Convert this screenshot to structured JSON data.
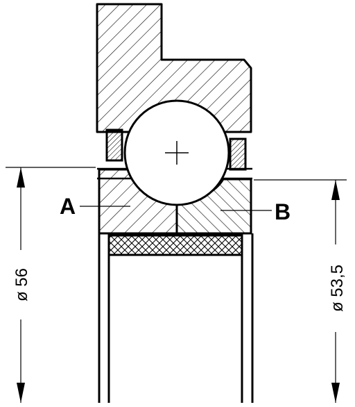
{
  "diagram": {
    "labels": {
      "inner_ring": "A",
      "outer_ring": "B"
    },
    "dimensions": {
      "left": "ø 56",
      "right": "ø 53,5"
    }
  }
}
